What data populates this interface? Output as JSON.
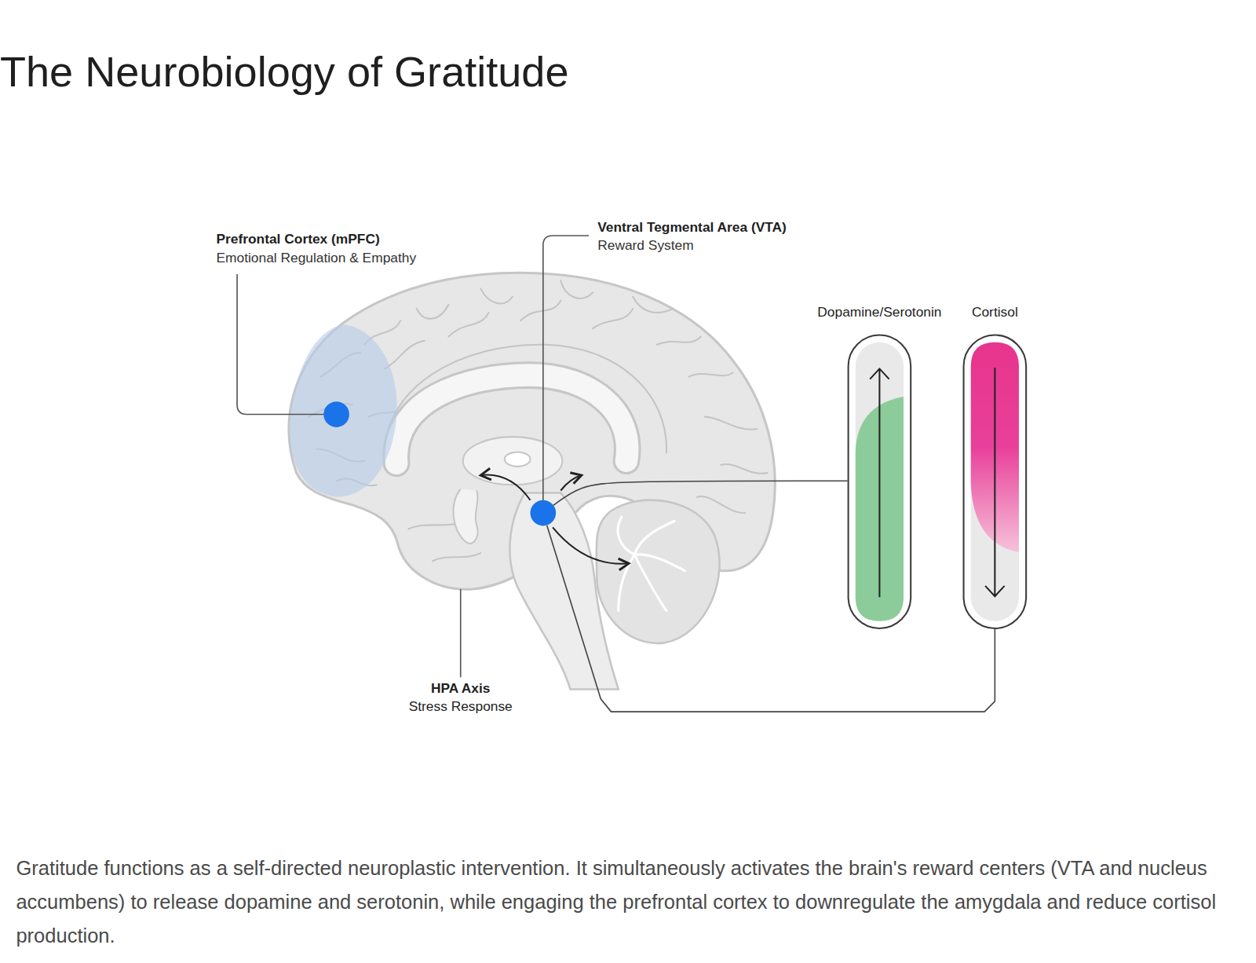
{
  "diagram": {
    "title": "The Neurobiology of Gratitude",
    "caption": "Gratitude functions as a self-directed neuroplastic intervention. It simultaneously activates the brain's reward centers (VTA and nucleus accumbens) to release dopamine and serotonin, while engaging the prefrontal cortex to downregulate the amygdala and reduce cortisol production.",
    "nodes": [
      {
        "text": [
          "Prefrontal Cortex (mPFC)",
          "Emotional Regulation & Empathy"
        ]
      },
      {
        "text": [
          "Ventral Tegmental Area (VTA)",
          "Reward System"
        ]
      },
      {
        "text": [
          "Dopamine/Serotonin"
        ]
      },
      {
        "text": [
          "Cortisol"
        ]
      }
    ],
    "edges": [
      {
        "from": 1,
        "to": 2,
        "arrow": "none"
      },
      {
        "from": 1,
        "to": 3,
        "arrow": "none"
      }
    ],
    "labels": [
      "HPA Axis",
      "Stress Response"
    ]
  }
}
